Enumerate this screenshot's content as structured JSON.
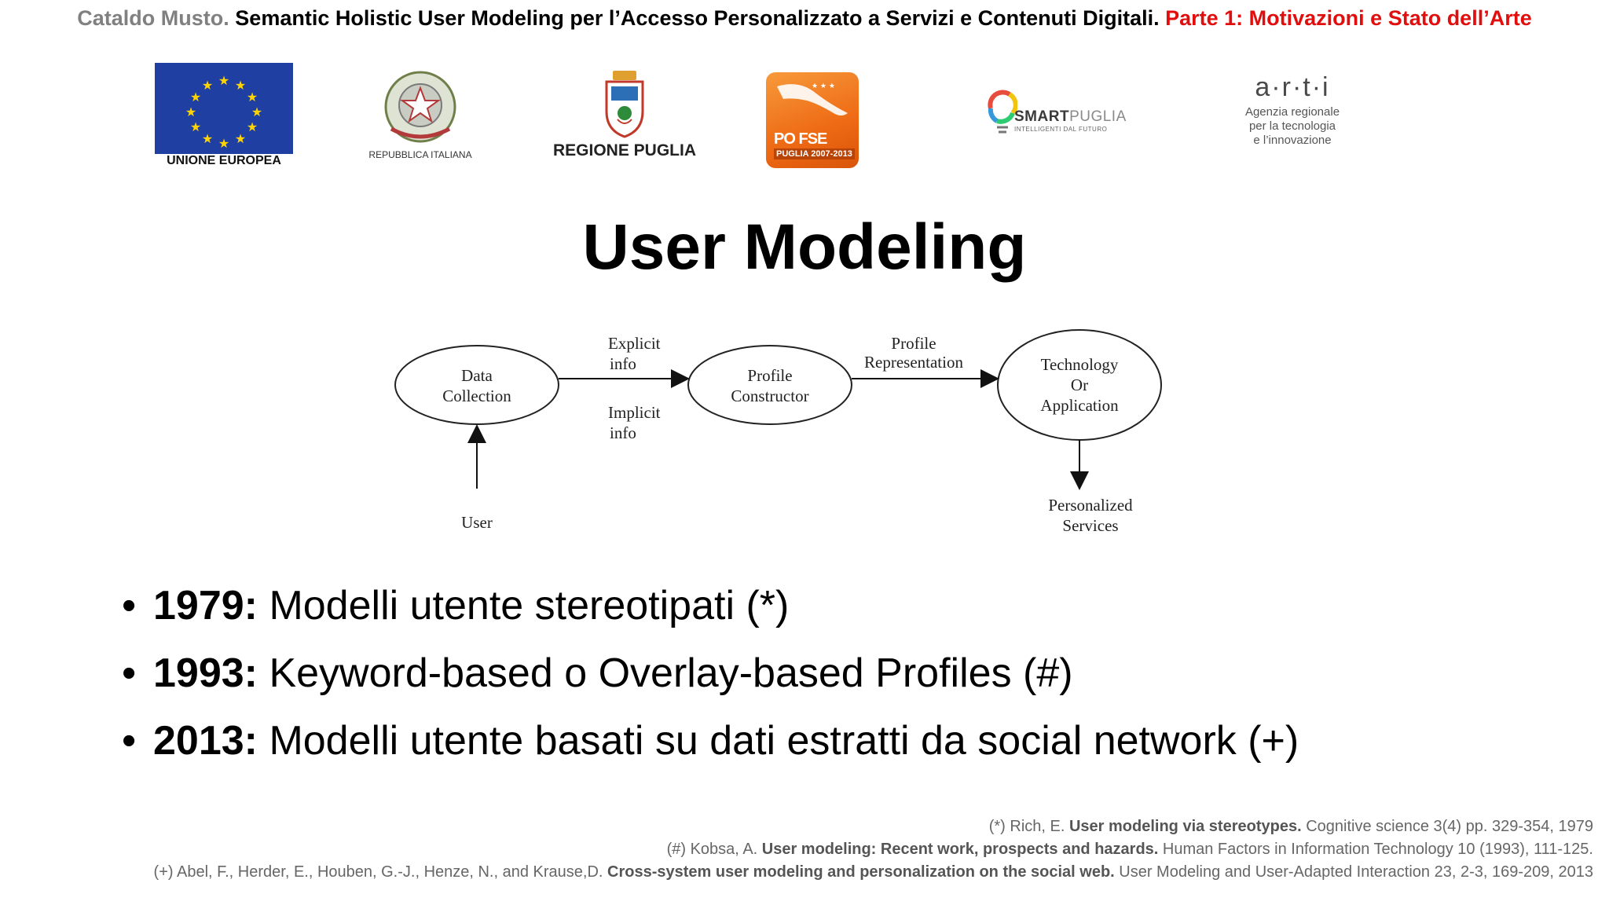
{
  "header": {
    "author": "Cataldo Musto.",
    "title": "Semantic Holistic User Modeling per l’Accesso Personalizzato a Servizi e Contenuti Digitali.",
    "part": "Parte 1: Motivazioni e Stato dell’Arte"
  },
  "logos": {
    "eu": "UNIONE EUROPEA",
    "repubblica": "REPUBBLICA ITALIANA",
    "regione": "REGIONE PUGLIA",
    "fse": "PO FSE",
    "fse_sub": "PUGLIA 2007-2013",
    "smart_a": "SMART",
    "smart_b": "PUGLIA",
    "smart_sub": "INTELLIGENTI DAL FUTURO",
    "arti": "a·r·t·i",
    "arti_line1": "Agenzia regionale",
    "arti_line2": "per la tecnologia",
    "arti_line3": "e l’innovazione"
  },
  "slide": {
    "title": "User Modeling"
  },
  "diagram": {
    "data_collection_1": "Data",
    "data_collection_2": "Collection",
    "profile_constructor_1": "Profile",
    "profile_constructor_2": "Constructor",
    "technology_1": "Technology",
    "technology_2": "Or",
    "technology_3": "Application",
    "explicit_1": "Explicit",
    "explicit_2": "info",
    "implicit_1": "Implicit",
    "implicit_2": "info",
    "profile_rep_1": "Profile",
    "profile_rep_2": "Representation",
    "user": "User",
    "personalized_1": "Personalized",
    "personalized_2": "Services"
  },
  "bullets": [
    {
      "year": "1979:",
      "text": " Modelli utente stereotipati (*)"
    },
    {
      "year": "1993:",
      "text": " Keyword-based o Overlay-based Profiles (#)"
    },
    {
      "year": "2013:",
      "text": " Modelli utente basati su dati estratti da social network (+)"
    }
  ],
  "references": [
    {
      "prefix": "(*) Rich, E. ",
      "title": "User modeling via stereotypes.",
      "suffix": " Cognitive science 3(4) pp. 329-354, 1979"
    },
    {
      "prefix": "(#) Kobsa, A. ",
      "title": "User modeling: Recent work, prospects and hazards.",
      "suffix": " Human Factors in Information Technology 10 (1993), 111-125."
    },
    {
      "prefix": "(+) Abel, F., Herder, E., Houben, G.-J., Henze, N., and Krause,D. ",
      "title": "Cross-system user modeling and personalization on the social web.",
      "suffix": " User Modeling and User-Adapted Interaction 23, 2-3, 169-209, 2013"
    }
  ]
}
